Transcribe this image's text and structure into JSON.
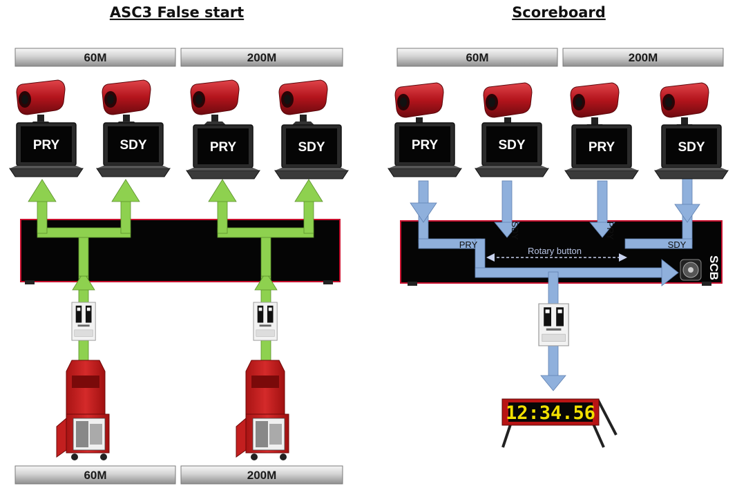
{
  "left_panel": {
    "title": "ASC3 False start",
    "top_bars": [
      "60M",
      "200M"
    ],
    "bottom_bars": [
      "60M",
      "200M"
    ],
    "laptops": [
      "PRY",
      "SDY",
      "PRY",
      "SDY"
    ]
  },
  "right_panel": {
    "title": "Scoreboard",
    "top_bars": [
      "60M",
      "200M"
    ],
    "laptops": [
      "PRY",
      "SDY",
      "PRY",
      "SDY"
    ],
    "arrow_labels": {
      "sdy_vertical": "SDY",
      "pry_vertical": "PRY",
      "pry_horizontal": "PRY",
      "sdy_horizontal": "SDY"
    },
    "rotary_label": "Rotary button",
    "scb_label": "SCB",
    "clock_display": "12:34.56"
  },
  "colors": {
    "green_arrow": "#8ed14f",
    "blue_arrow": "#8fb0dc",
    "camera_red": "#b3141c",
    "box_border": "#c8102e",
    "clock_digits": "#f2e000"
  }
}
